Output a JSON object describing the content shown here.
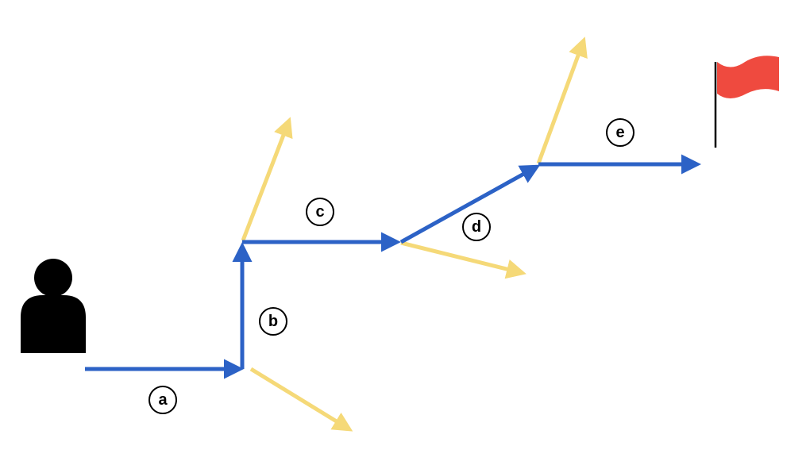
{
  "diagram": {
    "colors": {
      "path": "#2c62c6",
      "deviation": "#f5d978",
      "person": "#000000",
      "flag": "#ef4a3f",
      "flag_pole": "#000000"
    },
    "icons": [
      "person-icon",
      "flag-icon"
    ],
    "step_labels": [
      "a",
      "b",
      "c",
      "d",
      "e"
    ]
  }
}
